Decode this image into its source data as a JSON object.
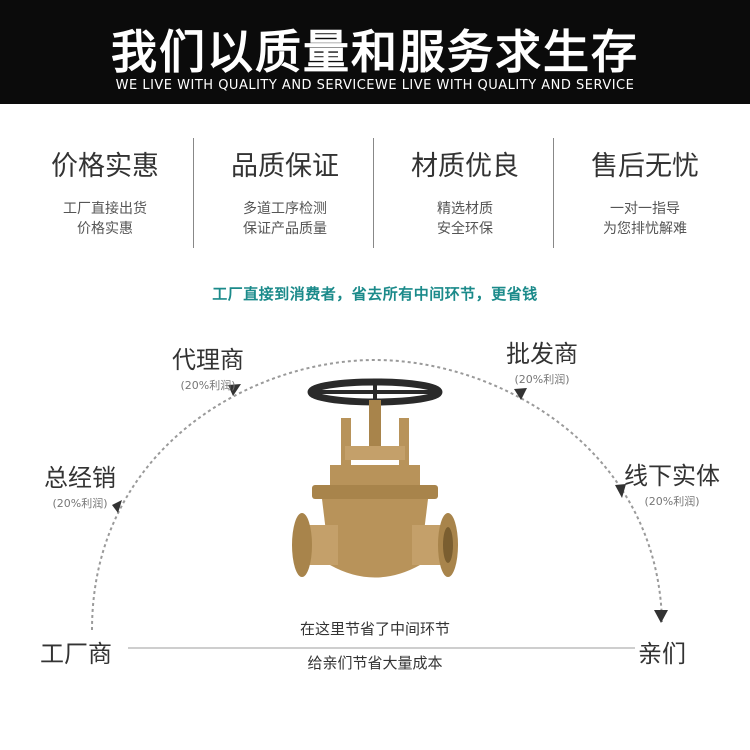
{
  "banner": {
    "title": "我们以质量和服务求生存",
    "subtitle": "WE LIVE WITH QUALITY AND SERVICEWE LIVE WITH QUALITY AND SERVICE"
  },
  "features": [
    {
      "title": "价格实惠",
      "lines": [
        "工厂直接出货",
        "价格实惠"
      ]
    },
    {
      "title": "品质保证",
      "lines": [
        "多道工序检测",
        "保证产品质量"
      ]
    },
    {
      "title": "材质优良",
      "lines": [
        "精选材质",
        "安全环保"
      ]
    },
    {
      "title": "售后无忧",
      "lines": [
        "一对一指导",
        "为您排忧解难"
      ]
    }
  ],
  "slogan": "工厂直接到消费者，省去所有中间环节，更省钱",
  "chain": {
    "factory": "工厂商",
    "distributor": {
      "title": "总经销",
      "note": "(20%利润)"
    },
    "agent": {
      "title": "代理商",
      "note": "(20%利润)"
    },
    "wholesaler": {
      "title": "批发商",
      "note": "(20%利润)"
    },
    "retail": {
      "title": "线下实体",
      "note": "(20%利润)"
    },
    "customer": "亲们"
  },
  "savings": {
    "line1": "在这里节省了中间环节",
    "line2": "给亲们节省大量成本"
  },
  "product": {
    "icon": "gate-valve-icon"
  },
  "colors": {
    "banner_bg": "#0b0b0b",
    "slogan": "#1b8a8a",
    "valve_brass": "#b8935a",
    "handwheel": "#2a2a2a"
  }
}
